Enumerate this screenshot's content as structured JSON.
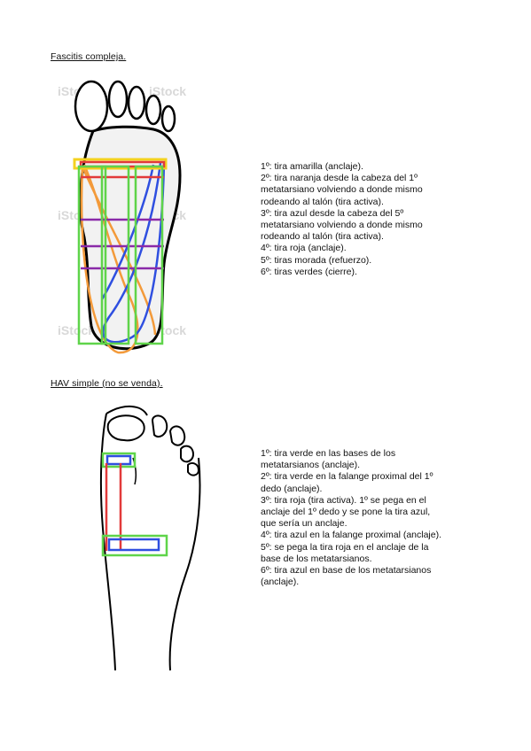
{
  "sections": [
    {
      "title": "Fascitis compleja.",
      "steps": [
        "1º: tira amarilla (anclaje).",
        "2º: tira naranja desde la cabeza del 1º",
        "metatarsiano volviendo a donde mismo",
        "rodeando al talón (tira activa).",
        "3º: tira azul desde la cabeza del 5º",
        "metatarsiano volviendo a donde mismo",
        "rodeando al talón (tira activa).",
        "4º: tira roja (anclaje).",
        "5º: tiras morada (refuerzo).",
        "6º: tiras verdes (cierre)."
      ]
    },
    {
      "title": "HAV simple (no se venda).",
      "steps": [
        "1º: tira verde en las bases de los",
        "metatarsianos (anclaje).",
        "2º: tira verde en la falange proximal del 1º",
        "dedo (anclaje).",
        "3º: tira roja (tira activa). 1º se pega en el",
        "anclaje del 1º dedo y se pone la tira azul,",
        "que sería un anclaje.",
        "4º: tira azul en la falange proximal (anclaje).",
        "5º: se pega la tira roja en el anclaje de la",
        "base de los metatarsianos.",
        "6º: tira azul en base de los metatarsianos",
        "(anclaje)."
      ]
    }
  ],
  "colors": {
    "yellow": "#f4d21f",
    "orange": "#f39a3a",
    "blue": "#2f4fe0",
    "red": "#e23a3a",
    "purple": "#8a2aa8",
    "green": "#5fd44a"
  }
}
